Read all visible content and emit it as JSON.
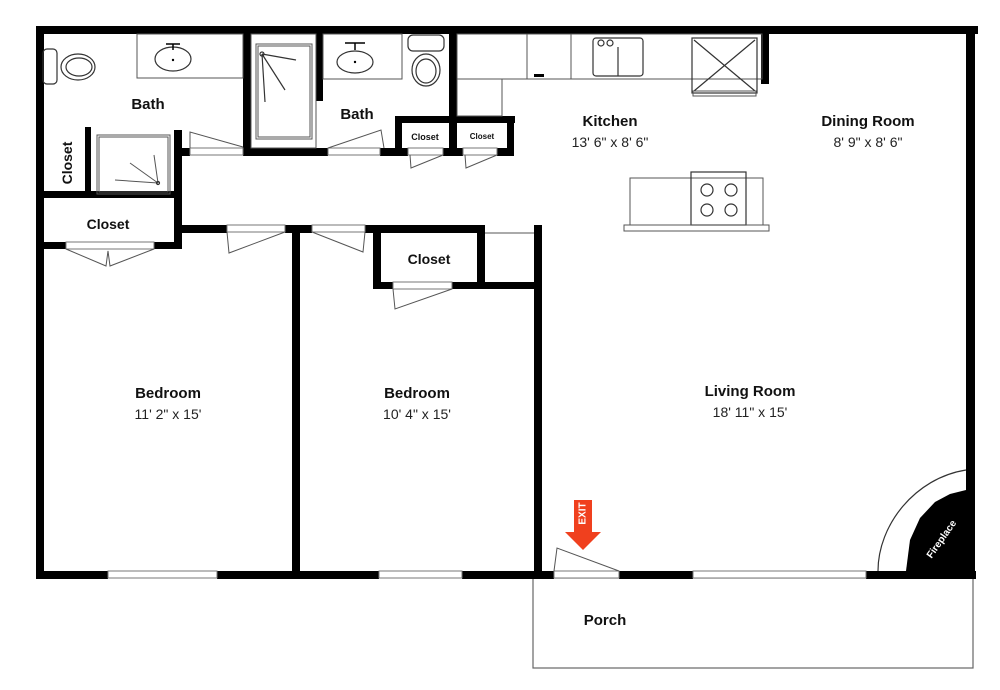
{
  "floor_plan": {
    "rooms": [
      {
        "id": "bath-1",
        "name": "Bath",
        "dimensions": ""
      },
      {
        "id": "bath-2",
        "name": "Bath",
        "dimensions": ""
      },
      {
        "id": "kitchen",
        "name": "Kitchen",
        "dimensions": "13' 6\" x 8' 6\""
      },
      {
        "id": "dining-room",
        "name": "Dining Room",
        "dimensions": "8' 9\" x 8' 6\""
      },
      {
        "id": "bedroom-1",
        "name": "Bedroom",
        "dimensions": "11' 2\" x 15'"
      },
      {
        "id": "bedroom-2",
        "name": "Bedroom",
        "dimensions": "10' 4\" x 15'"
      },
      {
        "id": "living-room",
        "name": "Living Room",
        "dimensions": "18' 11\" x 15'"
      },
      {
        "id": "porch",
        "name": "Porch",
        "dimensions": ""
      }
    ],
    "closets": [
      {
        "id": "closet-bath-vertical",
        "name": "Closet"
      },
      {
        "id": "closet-bedroom-1",
        "name": "Closet"
      },
      {
        "id": "closet-bedroom-2",
        "name": "Closet"
      },
      {
        "id": "closet-hall-1",
        "name": "Closet"
      },
      {
        "id": "closet-hall-2",
        "name": "Closet"
      }
    ],
    "features": {
      "exit_label": "EXIT",
      "fireplace_label": "Fireplace"
    },
    "colors": {
      "wall": "#000000",
      "exit": "#f0401e",
      "background": "#ffffff"
    }
  }
}
